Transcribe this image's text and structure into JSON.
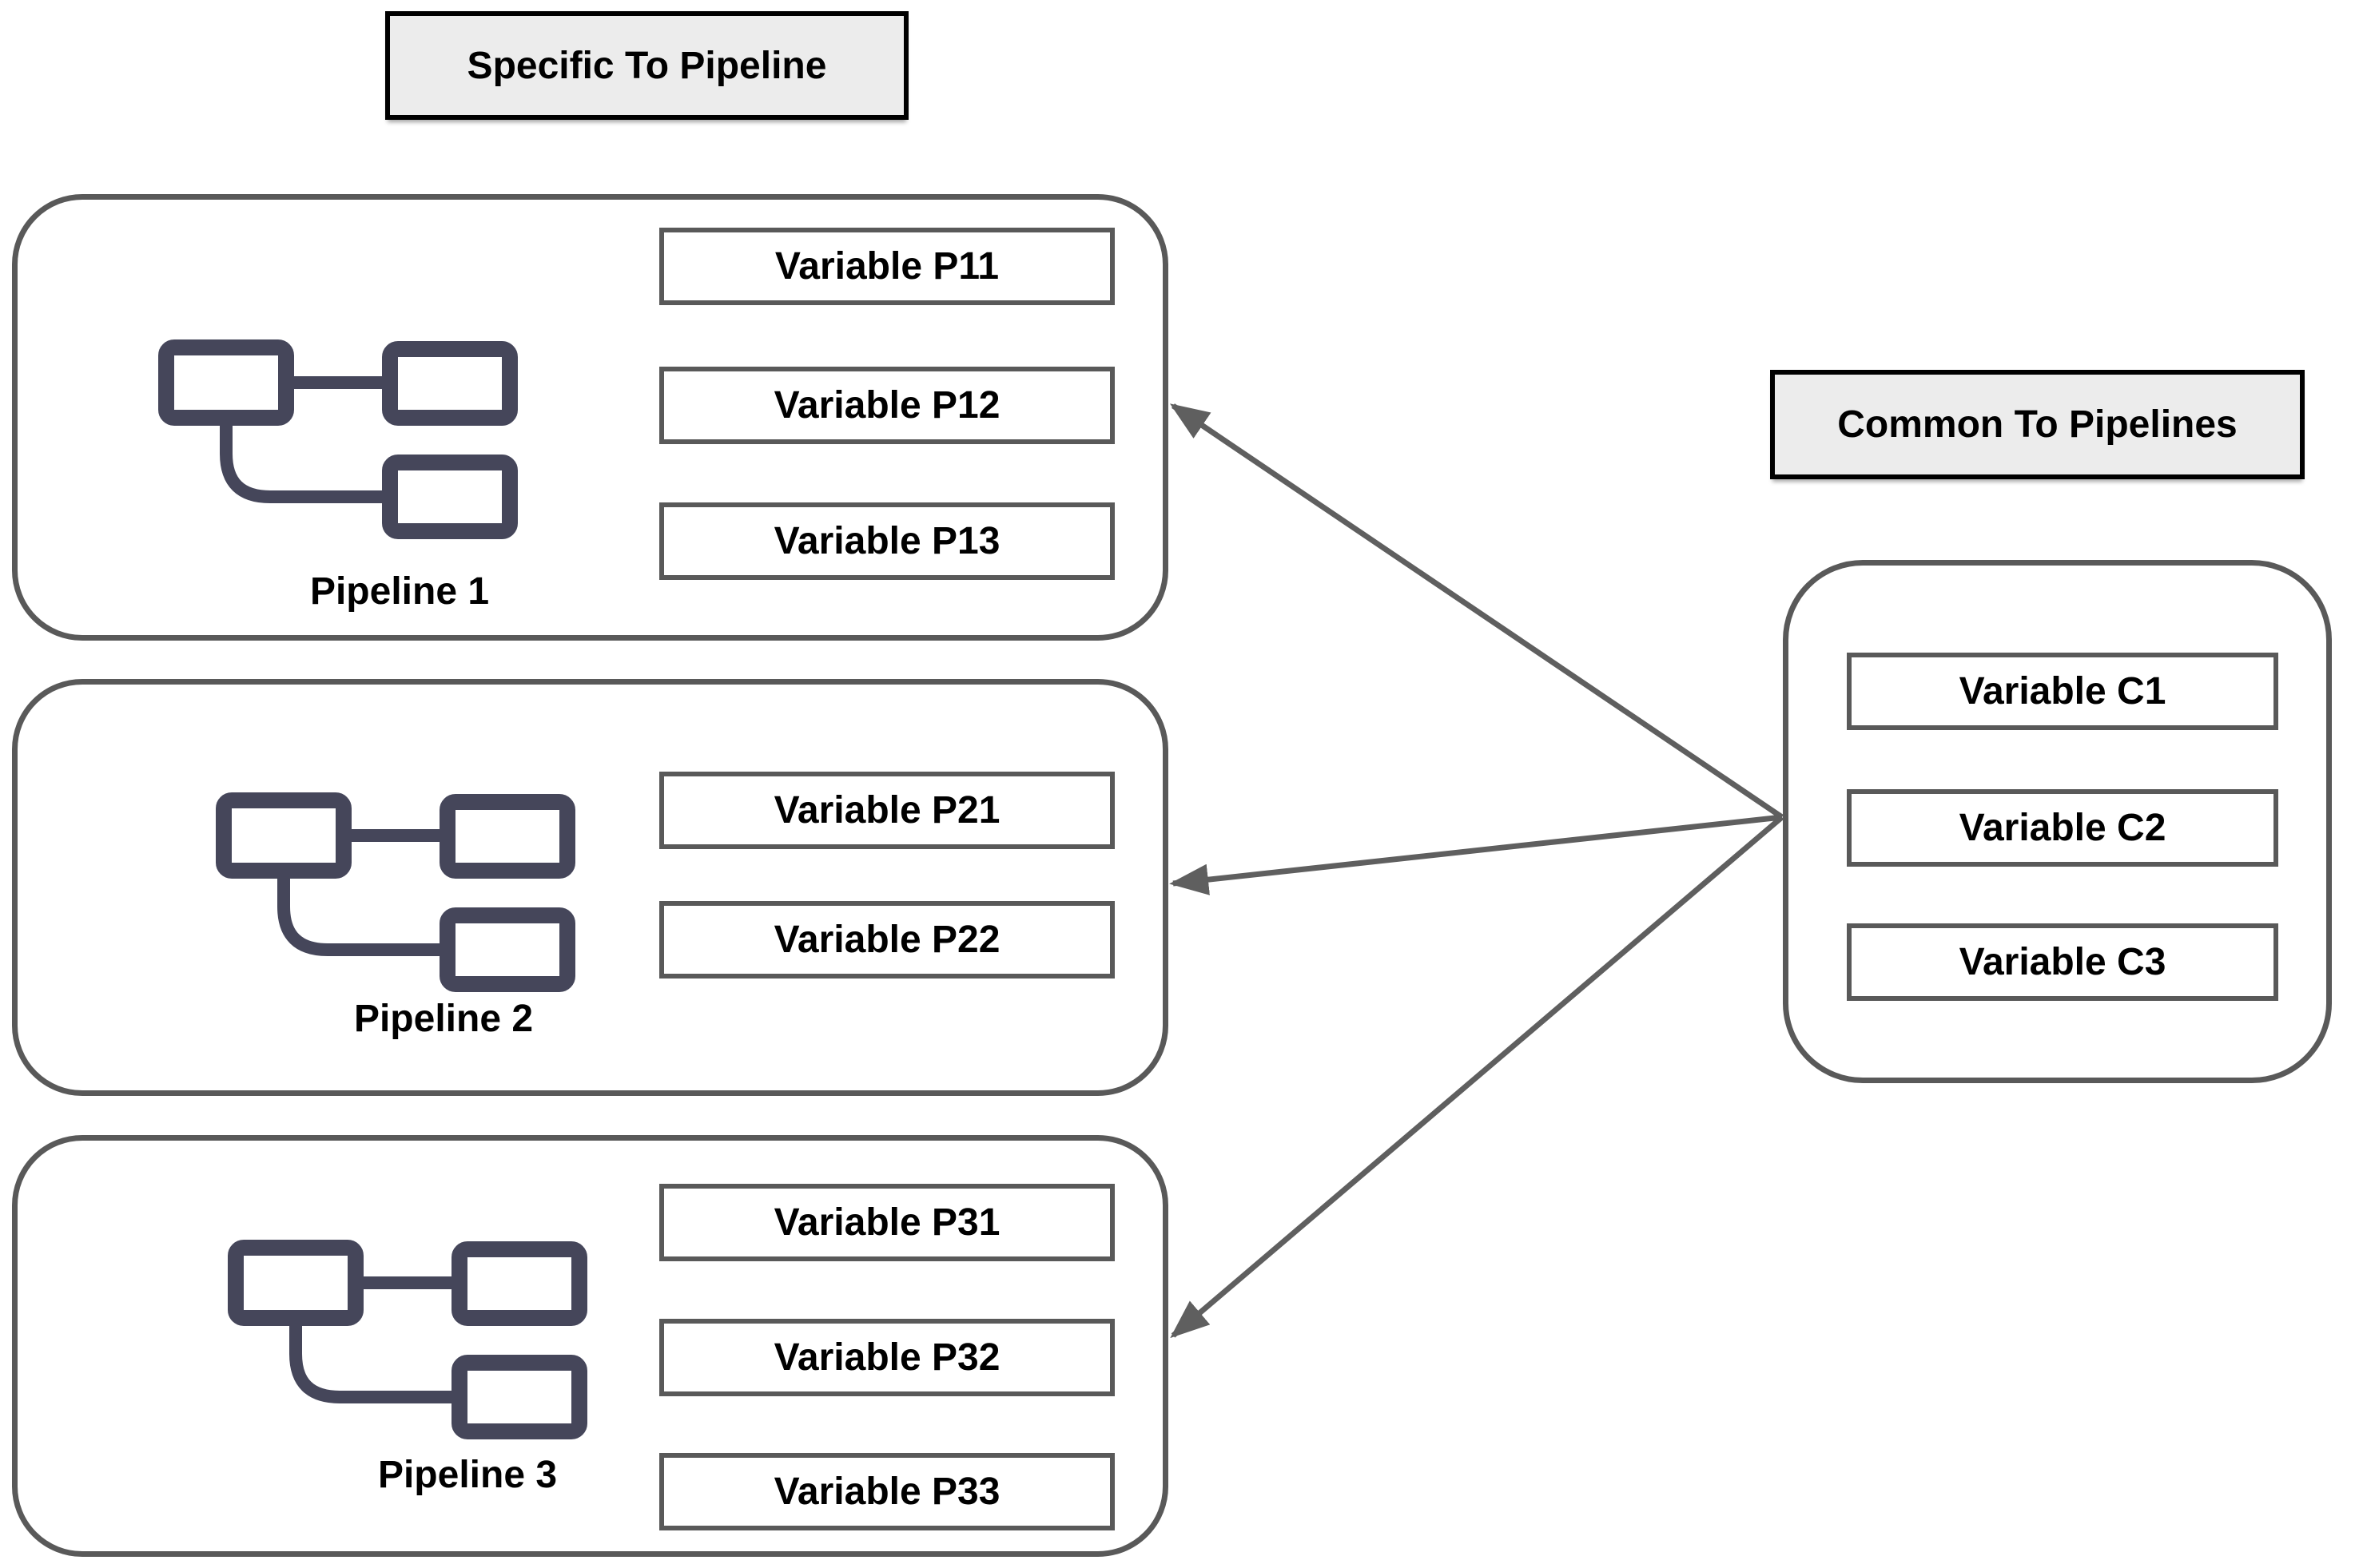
{
  "titles": {
    "specific": "Specific To Pipeline",
    "common": "Common To Pipelines"
  },
  "pipelines": [
    {
      "label": "Pipeline 1",
      "icon": "workflow-icon",
      "variables": [
        "Variable P11",
        "Variable P12",
        "Variable P13"
      ]
    },
    {
      "label": "Pipeline 2",
      "icon": "workflow-icon",
      "variables": [
        "Variable P21",
        "Variable P22"
      ]
    },
    {
      "label": "Pipeline 3",
      "icon": "workflow-icon",
      "variables": [
        "Variable P31",
        "Variable P32",
        "Variable P33"
      ]
    }
  ],
  "common": {
    "variables": [
      "Variable C1",
      "Variable C2",
      "Variable C3"
    ]
  },
  "arrows": [
    {
      "from": "common-box",
      "to": "pipeline-1"
    },
    {
      "from": "common-box",
      "to": "pipeline-2"
    },
    {
      "from": "common-box",
      "to": "pipeline-3"
    }
  ],
  "colors": {
    "background": "#ffffff",
    "title_bg": "#ececec",
    "title_border": "#000000",
    "box_border": "#595959",
    "arrow": "#5f5f5f",
    "icon": "#45465a",
    "text": "#000000"
  }
}
